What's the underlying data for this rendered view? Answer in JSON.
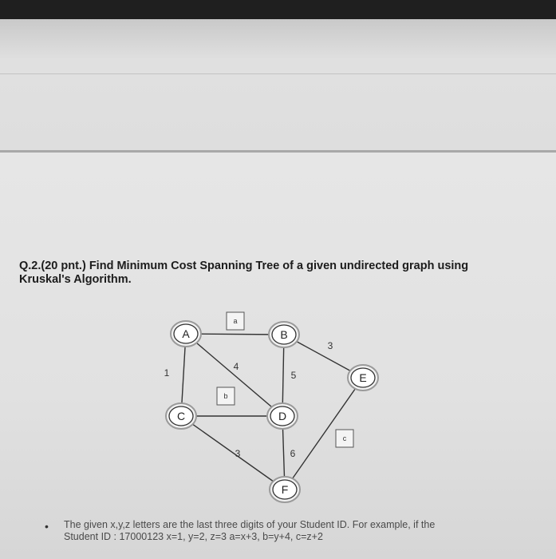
{
  "question": {
    "number": "Q.2.",
    "points": "(20 pnt.)",
    "line1": "Find Minimum Cost Spanning Tree of a given undirected graph using",
    "line2": "Kruskal's Algorithm."
  },
  "graph": {
    "nodes": [
      {
        "id": "A",
        "label": "A"
      },
      {
        "id": "B",
        "label": "B"
      },
      {
        "id": "C",
        "label": "C"
      },
      {
        "id": "D",
        "label": "D"
      },
      {
        "id": "E",
        "label": "E"
      },
      {
        "id": "F",
        "label": "F"
      }
    ],
    "edges": [
      {
        "from": "A",
        "to": "B",
        "weight": "a",
        "boxed": true
      },
      {
        "from": "A",
        "to": "C",
        "weight": "1",
        "boxed": false
      },
      {
        "from": "A",
        "to": "D",
        "weight": "4",
        "boxed": false
      },
      {
        "from": "B",
        "to": "D",
        "weight": "5",
        "boxed": false
      },
      {
        "from": "B",
        "to": "E",
        "weight": "3",
        "boxed": false
      },
      {
        "from": "C",
        "to": "D",
        "weight": "b",
        "boxed": true
      },
      {
        "from": "C",
        "to": "F",
        "weight": "3",
        "boxed": false
      },
      {
        "from": "D",
        "to": "F",
        "weight": "6",
        "boxed": false
      },
      {
        "from": "E",
        "to": "F",
        "weight": "c",
        "boxed": true
      }
    ]
  },
  "note": {
    "line1": "The given x,y,z letters are the last three digits of your Student ID. For example, if the",
    "line2": "Student ID : 17000123  x=1, y=2, z=3    a=x+3, b=y+4, c=z+2"
  }
}
